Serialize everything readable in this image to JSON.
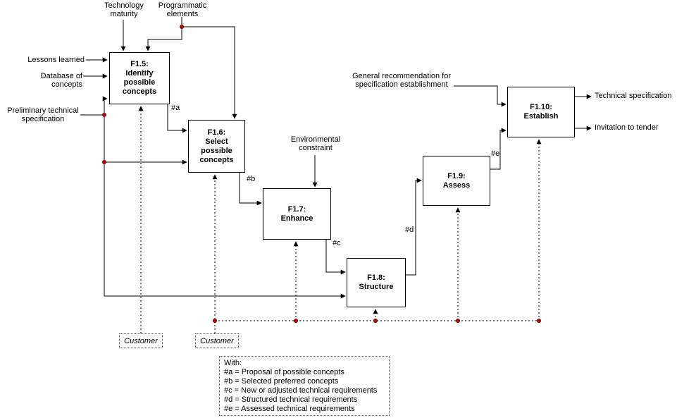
{
  "inputs": {
    "technology_maturity": "Technology\nmaturity",
    "programmatic_elements": "Programmatic\nelements",
    "lessons_learned": "Lessons learned",
    "database_of_concepts": "Database of concepts",
    "preliminary_technical_specification": "Preliminary technical\nspecification",
    "environmental_constraint": "Environmental\nconstraint",
    "general_recommendation": "General recommendation for\nspecification establishment"
  },
  "outputs": {
    "technical_specification": "Technical specification",
    "invitation_to_tender": "Invitation to tender"
  },
  "boxes": [
    {
      "id": "F1.5",
      "label": "F1.5:\nIdentify\npossible\nconcepts"
    },
    {
      "id": "F1.6",
      "label": "F1.6:\nSelect\npossible\nconcepts"
    },
    {
      "id": "F1.7",
      "label": "F1.7:\nEnhance"
    },
    {
      "id": "F1.8",
      "label": "F1.8:\nStructure"
    },
    {
      "id": "F1.9",
      "label": "F1.9:\nAssess"
    },
    {
      "id": "F1.10",
      "label": "F1.10:\nEstablish"
    }
  ],
  "edge_labels": {
    "a": "#a",
    "b": "#b",
    "c": "#c",
    "d": "#d",
    "e": "#e"
  },
  "customers": [
    {
      "label": "Customer"
    },
    {
      "label": "Customer"
    }
  ],
  "legend": {
    "title": "With:",
    "items": [
      "#a = Proposal of possible concepts",
      "#b = Selected preferred concepts",
      "#c = New or adjusted technical requirements",
      "#d = Structured technical requirements",
      "#e = Assessed technical requirements"
    ]
  },
  "colors": {
    "line": "#000000",
    "junction_dot": "#cc0000",
    "junction_dot_border": "#660000"
  }
}
